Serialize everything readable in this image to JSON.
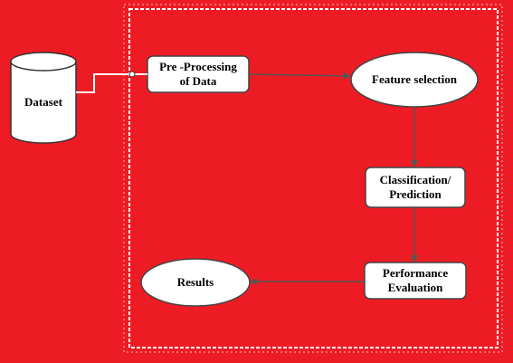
{
  "colors": {
    "background": "#ed1c24",
    "node_fill": "#ffffff",
    "stroke": "#444444",
    "dashed_border": "#ffffff"
  },
  "nodes": {
    "dataset": "Dataset",
    "preprocessing": "Pre -Processing\nof Data",
    "feature_selection": "Feature selection",
    "classification": "Classification/\nPrediction",
    "performance": "Performance\nEvaluation",
    "results": "Results"
  },
  "edges": [
    {
      "from": "dataset",
      "to": "preprocessing"
    },
    {
      "from": "preprocessing",
      "to": "feature_selection"
    },
    {
      "from": "feature_selection",
      "to": "classification"
    },
    {
      "from": "classification",
      "to": "performance"
    },
    {
      "from": "performance",
      "to": "results"
    }
  ]
}
